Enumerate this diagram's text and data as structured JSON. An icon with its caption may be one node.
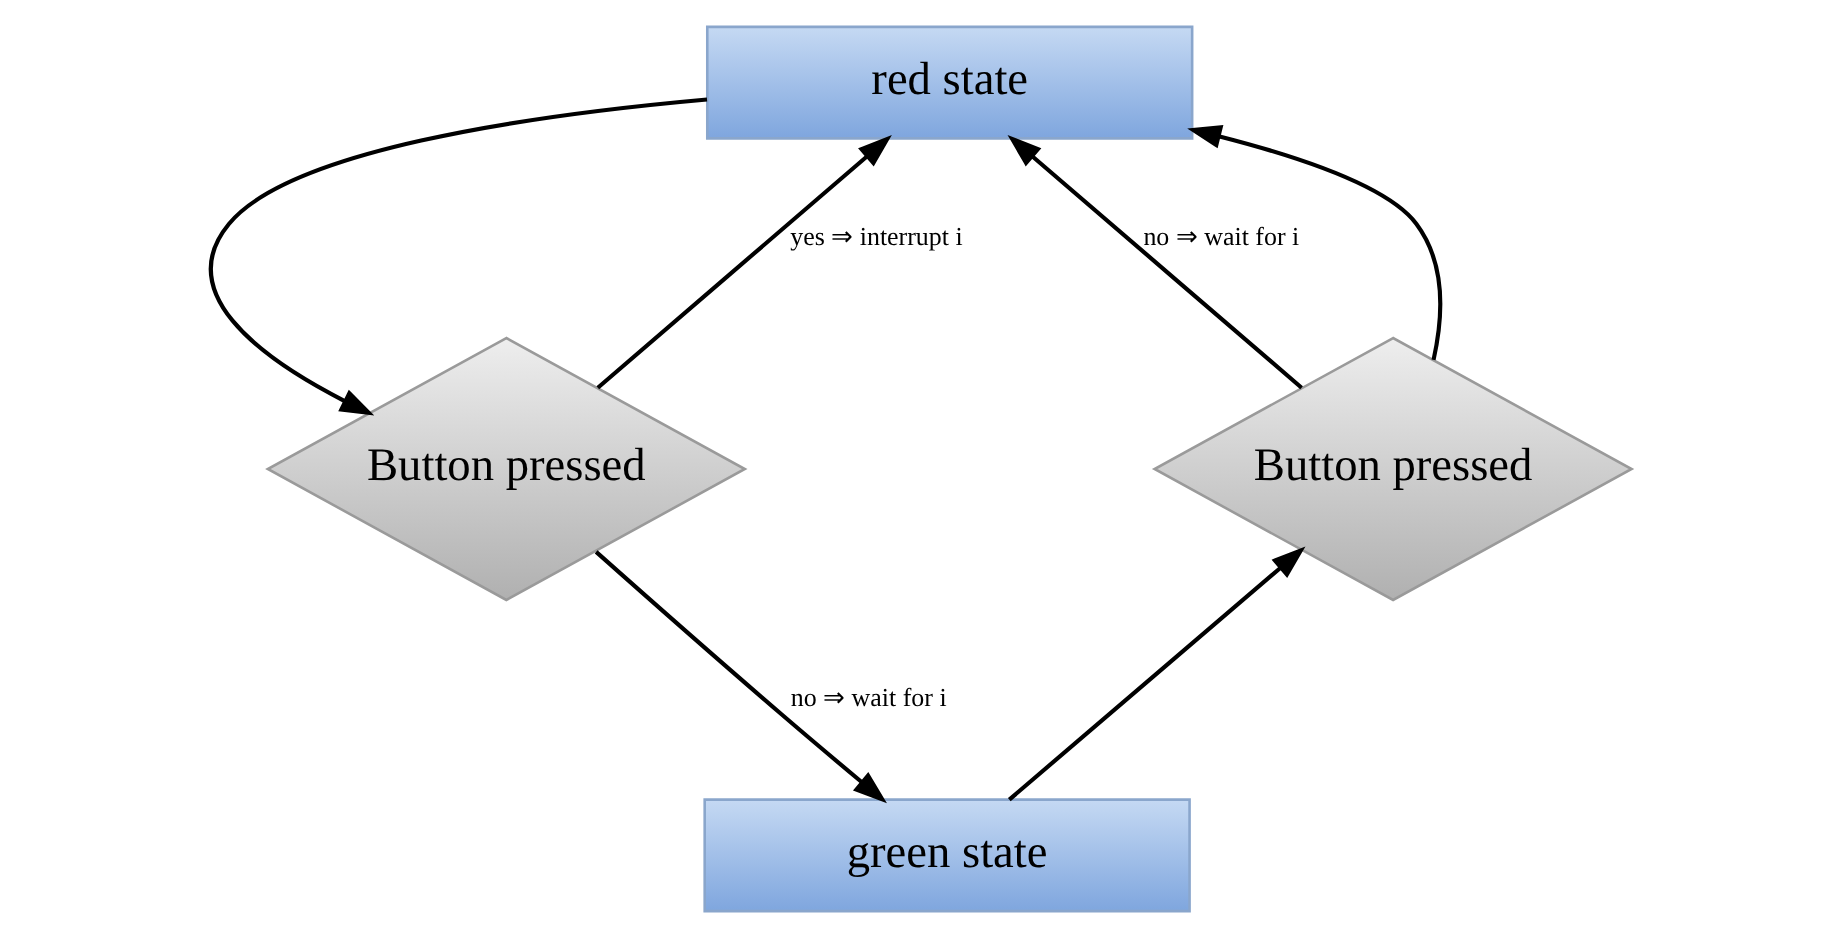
{
  "diagram": {
    "nodes": [
      {
        "text": [
          "red state"
        ]
      },
      {
        "text": [
          "Button pressed"
        ]
      },
      {
        "text": [
          "green state"
        ]
      },
      {
        "text": [
          "Button pressed"
        ]
      }
    ],
    "edges": [
      {
        "from": 0,
        "to": 1,
        "arrow": "to"
      },
      {
        "from": 1,
        "to": 2,
        "arrow": "to",
        "label": "no ⇒ wait for i"
      },
      {
        "from": 2,
        "to": 3,
        "arrow": "to"
      },
      {
        "from": 3,
        "to": 0,
        "arrow": "to",
        "label": "no ⇒ wait for i"
      },
      {
        "from": 1,
        "to": 0,
        "arrow": "to",
        "label": "yes ⇒ interrupt i"
      },
      {
        "from": 3,
        "to": 0,
        "arrow": "to"
      }
    ]
  }
}
